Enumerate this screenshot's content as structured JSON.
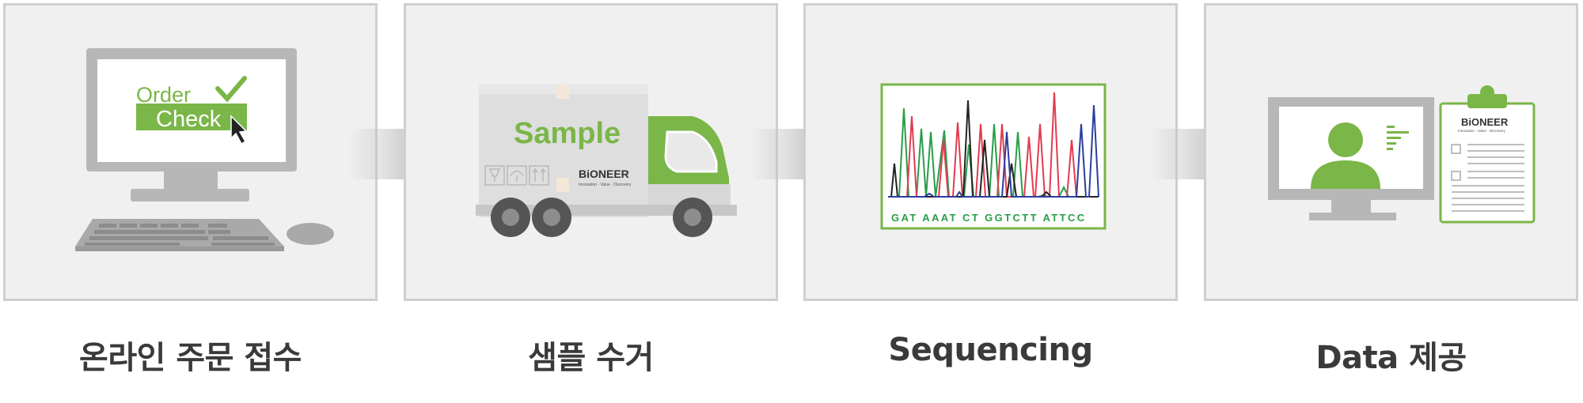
{
  "steps": [
    {
      "label": "온라인 주문 접수",
      "icon": "computer-order-icon"
    },
    {
      "label": "샘플 수거",
      "icon": "delivery-truck-icon"
    },
    {
      "label": "Sequencing",
      "icon": "chromatogram-icon"
    },
    {
      "label": "Data 제공",
      "icon": "report-monitor-icon"
    }
  ],
  "order_screen": {
    "line1": "Order",
    "line2": "Check"
  },
  "truck": {
    "sample_text": "Sample",
    "brand": "BiONEER",
    "tagline": "Innovation · Value · Discovery"
  },
  "sequence": {
    "bases": "GAT AAAT CT GGTCTT ATTCC"
  },
  "report": {
    "brand": "BiONEER",
    "tagline": "Innovation · Value · Discovery"
  },
  "colors": {
    "accent": "#7ab648",
    "panel_bg": "#f0f0f0",
    "panel_border": "#cfcfcf",
    "arrow": "#c4c4c4"
  }
}
